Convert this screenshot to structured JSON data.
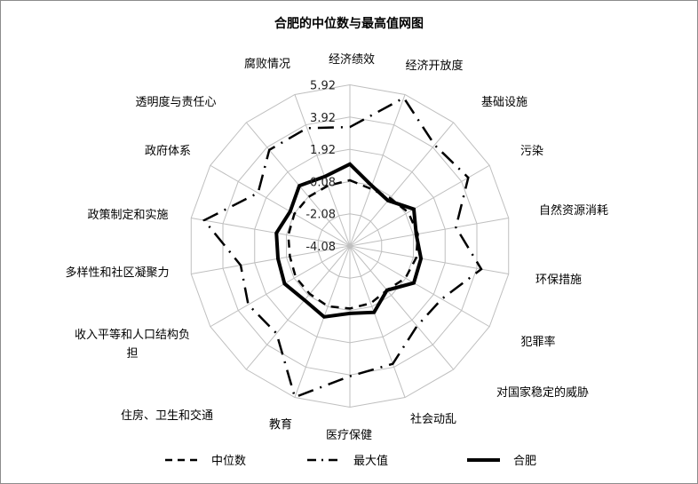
{
  "chart_data": {
    "type": "radar",
    "title": "合肥的中位数与最高值网图",
    "categories": [
      "经济绩效",
      "经济开放度",
      "基础设施",
      "污染",
      "自然资源消耗",
      "环保措施",
      "犯罪率",
      "对国家稳定的威胁",
      "社会动乱",
      "医疗保健",
      "教育",
      "住房、卫生和交通",
      "收入平等和人口结构负担",
      "多样性和社区凝聚力",
      "政策制定和实施",
      "政府体系",
      "透明度与责任心",
      "腐败情况"
    ],
    "category_lines": {
      "12": [
        "收入平等和人口结构负",
        "担"
      ]
    },
    "axis": {
      "min": -4.08,
      "max": 5.92,
      "ticks": [
        -4.08,
        -2.08,
        -0.08,
        1.92,
        3.92,
        5.92
      ],
      "tick_labels": [
        "-4.08",
        "-2.08",
        "-0.08",
        "1.92",
        "3.92",
        "5.92"
      ]
    },
    "grid": true,
    "legend_position": "bottom",
    "series": [
      {
        "name": "中位数",
        "style": "dashed",
        "values": [
          0.0,
          -0.3,
          -0.2,
          0.1,
          0.2,
          0.1,
          -0.1,
          -0.5,
          -0.3,
          -0.2,
          -0.1,
          -0.2,
          -0.2,
          -0.3,
          -0.2,
          -0.1,
          -0.1,
          -0.1
        ]
      },
      {
        "name": "最大值",
        "style": "dash-dot",
        "values": [
          3.3,
          5.7,
          4.1,
          4.4,
          2.6,
          4.2,
          2.5,
          2.4,
          3.7,
          4.0,
          5.9,
          3.0,
          3.2,
          2.8,
          5.1,
          2.5,
          3.7,
          3.7
        ]
      },
      {
        "name": "合肥",
        "style": "solid",
        "values": [
          1.0,
          -0.1,
          -0.4,
          0.5,
          0.1,
          0.4,
          0.5,
          -0.5,
          0.3,
          0.1,
          0.6,
          0.3,
          0.6,
          0.45,
          0.55,
          0.2,
          0.8,
          0.5
        ]
      }
    ],
    "colors": {
      "series": "#000000",
      "grid": "#bfbfbf"
    }
  }
}
